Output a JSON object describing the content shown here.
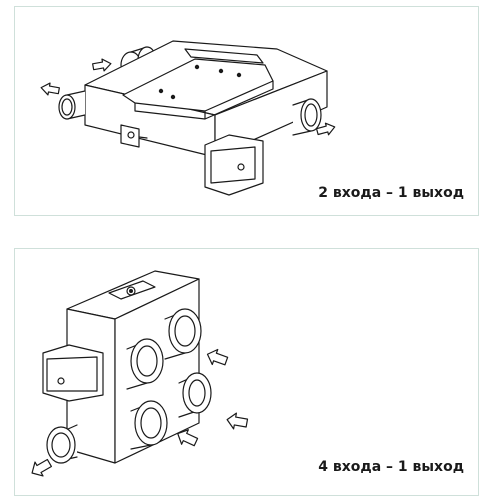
{
  "figures": [
    {
      "caption": "2 входа – 1 выход",
      "icon": "ventilation-box-2in-1out"
    },
    {
      "caption": "4 входа – 1 выход",
      "icon": "ventilation-box-4in-1out"
    }
  ],
  "colors": {
    "stroke": "#1a1a1a",
    "panel_border": "#cfe0da",
    "fill": "#ffffff"
  }
}
